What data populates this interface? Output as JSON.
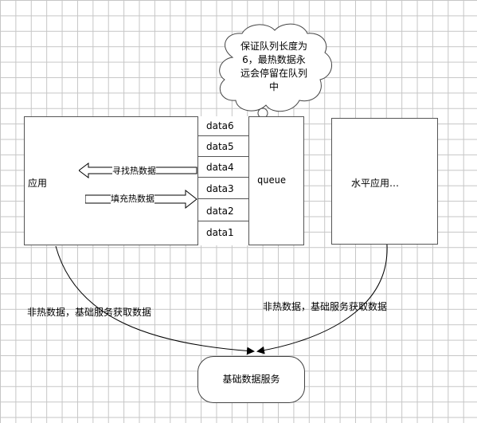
{
  "cloud": {
    "lines": [
      "保证队列长度为",
      "6，最热数据永",
      "远会停留在队列",
      "中"
    ]
  },
  "app": {
    "label": "应用",
    "find_label": "寻找热数据",
    "fill_label": "填充热数据"
  },
  "queue": {
    "label": "queue",
    "items": [
      "data6",
      "data5",
      "data4",
      "data3",
      "data2",
      "data1"
    ]
  },
  "horizontal_app": {
    "label": "水平应用…"
  },
  "edges": {
    "left_label": "非热数据，基础服务获取数据",
    "right_label": "非热数据，基础服务获取数据"
  },
  "service": {
    "label": "基础数据服务"
  }
}
